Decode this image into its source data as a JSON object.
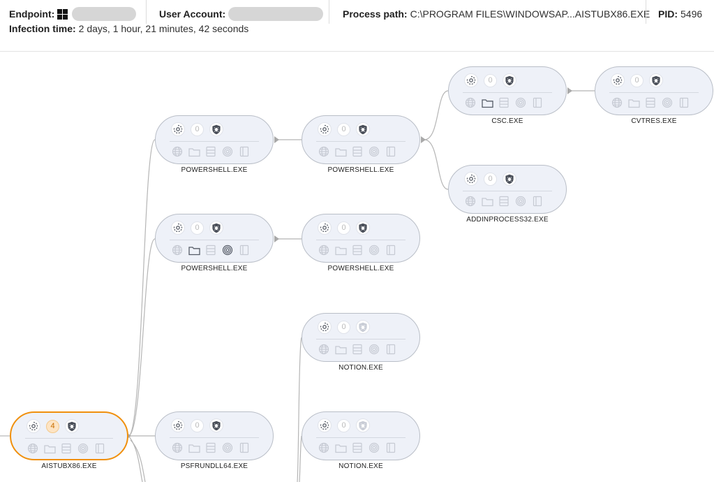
{
  "header": {
    "endpoint_label": "Endpoint:",
    "user_label": "User Account:",
    "process_path_label": "Process path:",
    "process_path_value": "C:\\PROGRAM FILES\\WINDOWSAP...AISTUBX86.EXE",
    "pid_label": "PID:",
    "pid_value": "5496",
    "infection_label": "Infection time:",
    "infection_value": "2 days, 1 hour, 21 minutes, 42 seconds"
  },
  "colors": {
    "selected_border": "#f0900d",
    "node_fill": "#eef1f8",
    "edge": "#b5b5b5",
    "alert_badge": "#fde4c4"
  },
  "nodes": [
    {
      "name": "AISTUBX86.EXE",
      "count": "4",
      "selected": true,
      "active_icons": []
    },
    {
      "name": "POWERSHELL.EXE",
      "count": "0",
      "selected": false,
      "active_icons": []
    },
    {
      "name": "POWERSHELL.EXE",
      "count": "0",
      "selected": false,
      "active_icons": []
    },
    {
      "name": "CSC.EXE",
      "count": "0",
      "selected": false,
      "active_icons": [
        "folder-icon"
      ]
    },
    {
      "name": "CVTRES.EXE",
      "count": "0",
      "selected": false,
      "active_icons": []
    },
    {
      "name": "ADDINPROCESS32.EXE",
      "count": "0",
      "selected": false,
      "active_icons": []
    },
    {
      "name": "POWERSHELL.EXE",
      "count": "0",
      "selected": false,
      "active_icons": [
        "folder-icon",
        "fingerprint-icon"
      ]
    },
    {
      "name": "POWERSHELL.EXE",
      "count": "0",
      "selected": false,
      "active_icons": []
    },
    {
      "name": "NOTION.EXE",
      "count": "0",
      "selected": false,
      "active_icons": [],
      "shield_dim": true
    },
    {
      "name": "PSFRUNDLL64.EXE",
      "count": "0",
      "selected": false,
      "active_icons": []
    },
    {
      "name": "NOTION.EXE",
      "count": "0",
      "selected": false,
      "active_icons": [],
      "shield_dim": true
    }
  ]
}
